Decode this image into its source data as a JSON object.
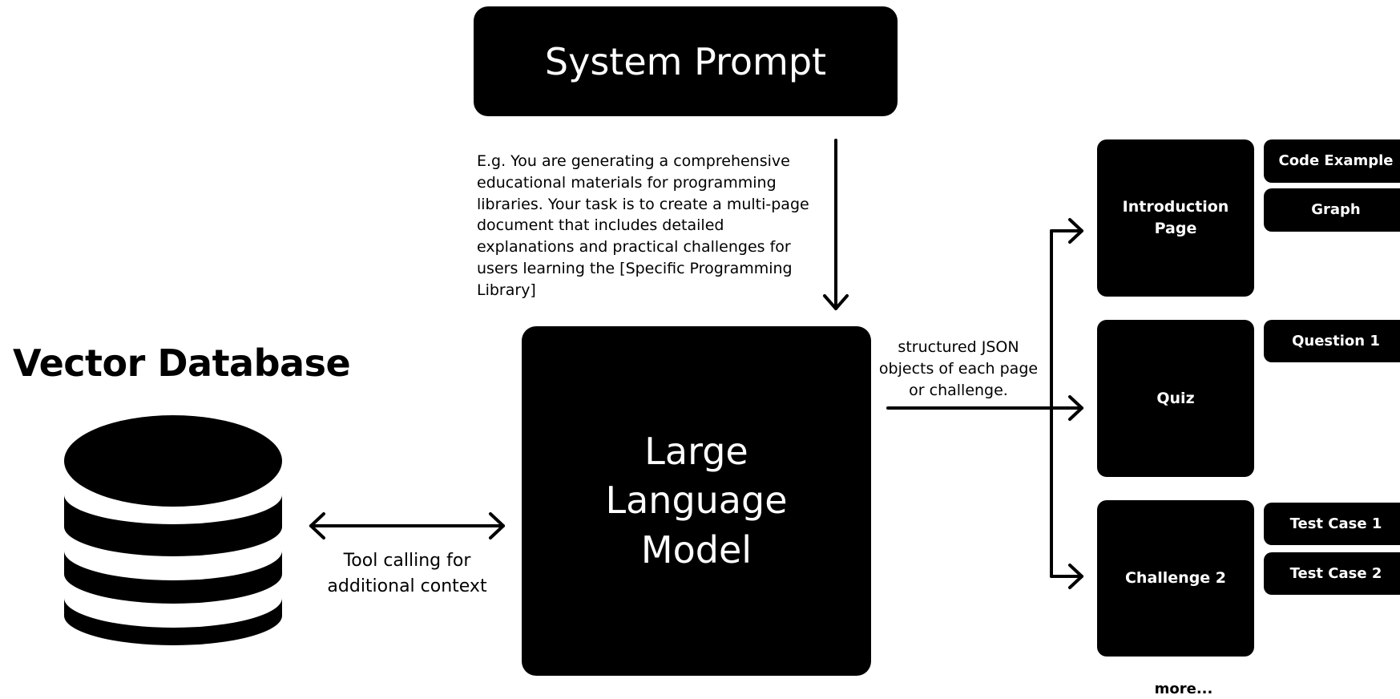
{
  "system_prompt": {
    "label": "System Prompt",
    "example": "E.g. You are generating a comprehensive educational materials for programming libraries. Your task is to create a multi-page document that includes detailed explanations and practical challenges for users learning the [Specific Programming Library]"
  },
  "vector_db": {
    "title": "Vector Database",
    "icon": "database-icon"
  },
  "tool_calling": {
    "label": "Tool calling for\nadditional context"
  },
  "llm": {
    "label": "Large\nLanguage\nModel"
  },
  "output": {
    "label": "structured JSON\nobjects of each page\nor challenge."
  },
  "pages": [
    {
      "label": "Introduction\nPage",
      "items": [
        "Code Example",
        "Graph"
      ]
    },
    {
      "label": "Quiz",
      "items": [
        "Question 1"
      ]
    },
    {
      "label": "Challenge 2",
      "items": [
        "Test Case 1",
        "Test Case 2"
      ]
    }
  ],
  "more": "more...",
  "colors": {
    "foreground": "#000000",
    "background": "#ffffff"
  }
}
